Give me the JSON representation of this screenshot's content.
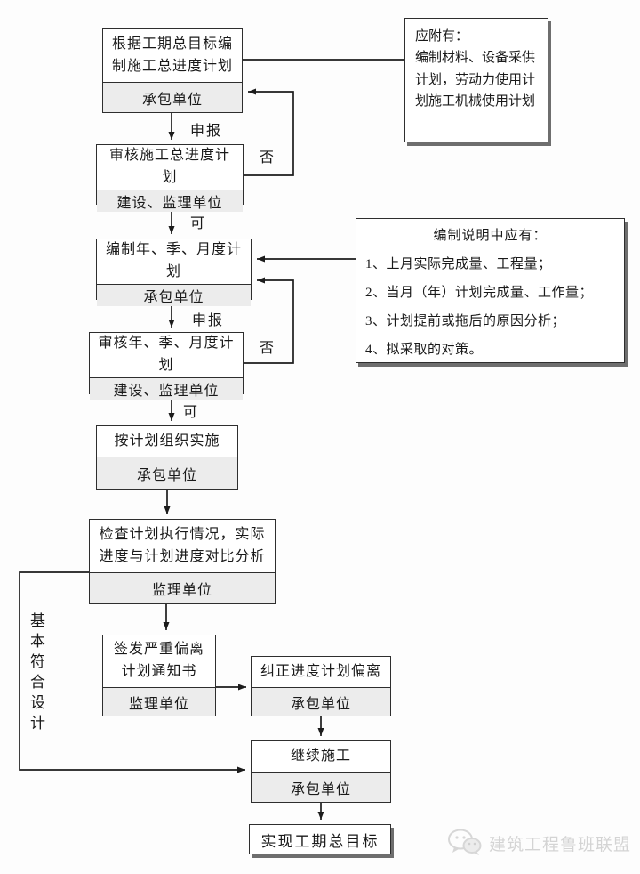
{
  "flow": {
    "box1": {
      "title": "根据工期总目标编制施工总进度计划",
      "org": "承包单位"
    },
    "box2": {
      "title": "审核施工总进度计划",
      "org": "建设、监理单位"
    },
    "box3": {
      "title": "编制年、季、月度计划",
      "org": "承包单位"
    },
    "box4": {
      "title": "审核年、季、月度计划",
      "org": "建设、监理单位"
    },
    "box5": {
      "title": "按计划组织实施",
      "org": "承包单位"
    },
    "box6": {
      "title": "检查计划执行情况，实际进度与计划进度对比分析",
      "org": "监理单位"
    },
    "box7": {
      "title": "签发严重偏离计划通知书",
      "org": "监理单位"
    },
    "box8": {
      "title": "纠正进度计划偏离",
      "org": "承包单位"
    },
    "box9": {
      "title": "继续施工",
      "org": "承包单位"
    },
    "box10": {
      "title": "实现工期总目标"
    }
  },
  "labels": {
    "declare": "申报",
    "pass": "可",
    "reject": "否",
    "side": "基本符合设计"
  },
  "notes": {
    "attachment": {
      "heading": "应附有：",
      "body": "编制材料、设备采供计划，劳动力使用计划施工机械使用计划"
    },
    "explanation": {
      "title": "编制说明中应有：",
      "items": [
        "1、上月实际完成量、工程量；",
        "2、当月（年）计划完成量、工作量；",
        "3、计划提前或拖后的原因分析；",
        "4、拟采取的对策。"
      ]
    }
  },
  "watermark": {
    "text": "建筑工程鲁班联盟",
    "icon": "wechat-icon"
  },
  "colors": {
    "row_fill": "#ececec",
    "border": "#2e2e2e",
    "shadow": "#6e6e6e",
    "watermark_gray": "#d4d4d4"
  }
}
